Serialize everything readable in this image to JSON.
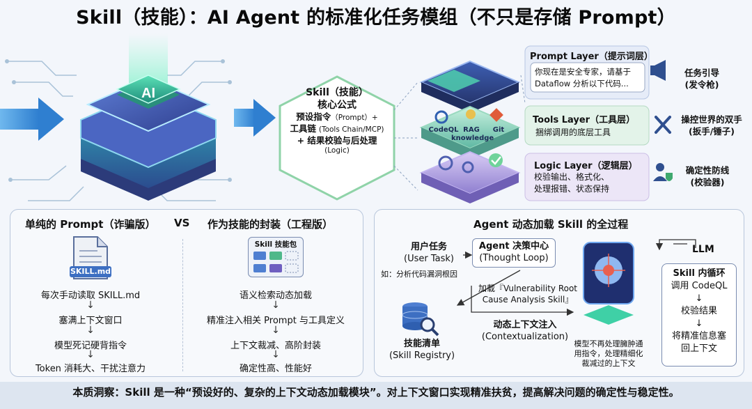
{
  "title": "Skill（技能）：AI Agent 的标准化任务模组（不只是存储 Prompt）",
  "hero": {
    "chip": "AI"
  },
  "core": {
    "title": "Skill（技能）",
    "subtitle": "核心公式",
    "line1": "预设指令",
    "line1_small": "（Prompt）+",
    "line2": "工具链",
    "line2_small": "(Tools Chain/MCP)",
    "line3": "+ 结果校验与后处理",
    "line4": "(Logic)"
  },
  "stack_icons": {
    "tool1": "CodeQL",
    "tool2": "RAG knowledge",
    "tool3": "Git"
  },
  "layers": [
    {
      "title": "Prompt Layer（提示词层）",
      "desc1": "你现在是安全专家，请基于",
      "desc2": "Dataflow 分析以下代码...",
      "side1": "任务引导",
      "side2": "(发令枪)",
      "icon": "megaphone-icon"
    },
    {
      "title": "Tools Layer（工具层）",
      "desc1": "捆绑调用的底层工具",
      "desc2": "",
      "side1": "操控世界的双手",
      "side2": "(扳手/锤子)",
      "icon": "wrench-icon"
    },
    {
      "title": "Logic Layer（逻辑层）",
      "desc1": "校验输出、格式化、",
      "desc2": "处理报错、状态保持",
      "side1": "确定性防线",
      "side2": "(校验器)",
      "icon": "shield-user-icon"
    }
  ],
  "compare": {
    "left_title": "单纯的 Prompt（诈骗版）",
    "vs": "VS",
    "right_title": "作为技能的封装（工程版）",
    "file_label": "SKILL.md",
    "pack_label": "Skill 技能包",
    "left_steps": [
      "每次手动读取 SKILL.md",
      "塞满上下文窗口",
      "模型死记硬背指令",
      "Token 消耗大、干扰注意力"
    ],
    "right_steps": [
      "语义检索动态加载",
      "精准注入相关 Prompt 与工具定义",
      "上下文裁减、高阶封装",
      "确定性高、性能好"
    ]
  },
  "process": {
    "title": "Agent 动态加载 Skill 的全过程",
    "user_task": "用户任务",
    "user_task_en": "(User Task)",
    "user_example": "如：分析代码漏洞根因",
    "center": "Agent 决策中心",
    "center_en": "(Thought Loop)",
    "load1": "加载『Vulnerability Root",
    "load2": "Cause Analysis Skill』",
    "inject": "动态上下文注入",
    "inject_en": "(Contextualization)",
    "registry": "技能清单",
    "registry_en": "(Skill Registry)",
    "model_note1": "模型不再处理臃肿通",
    "model_note2": "用指令，处理精细化",
    "model_note3": "裁减过的上下文",
    "llm": "LLM",
    "inner_title": "Skill 内循环",
    "inner_steps": [
      "调用 CodeQL",
      "校验结果",
      "将精准信息塞",
      "回上下文"
    ]
  },
  "footer": "本质洞察：Skill 是一种“预设好的、复杂的上下文动态加载模块”。对上下文窗口实现精准扶贫，提高解决问题的确定性与稳定性。"
}
